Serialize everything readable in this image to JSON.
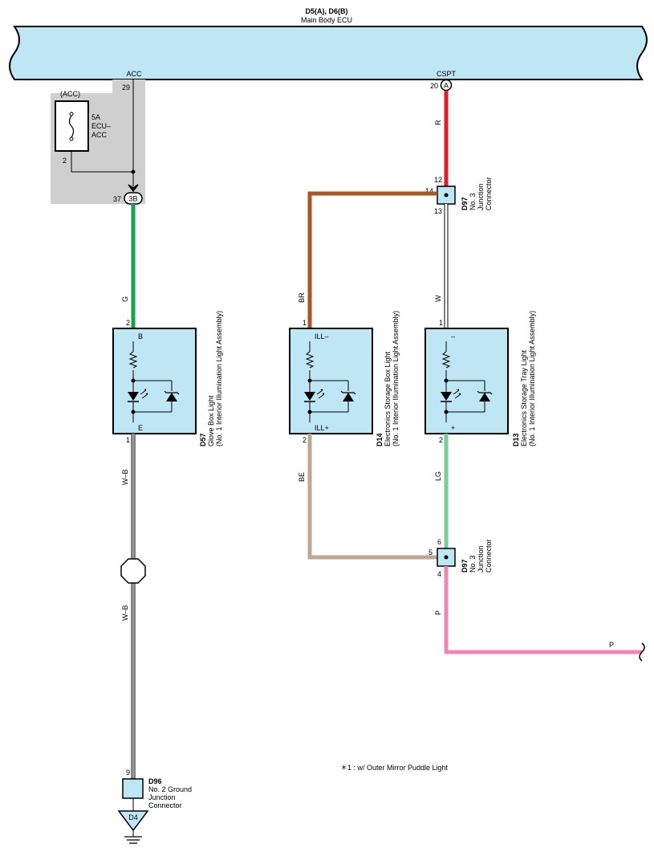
{
  "ecu": {
    "code": "D5(A), D6(B)",
    "name": "Main Body ECU",
    "pin_acc_label": "ACC",
    "pin_cspt_label": "CSPT",
    "pin_acc_num": "29",
    "pin_cspt_num": "20",
    "pin_cspt_conn": "A"
  },
  "fuse": {
    "group": "(ACC)",
    "rating": "5A",
    "name_line1": "ECU–",
    "name_line2": "ACC",
    "pin": "2"
  },
  "connector_3b": {
    "pin": "37",
    "label": "3B"
  },
  "wires": {
    "green": "G",
    "red": "R",
    "brown": "BR",
    "white": "W",
    "beige": "BE",
    "light_green": "LG",
    "pink_vertical": "P",
    "pink_horizontal": "P",
    "wb_upper": "W–B",
    "wb_lower": "W–B"
  },
  "jc_upper": {
    "code": "D97",
    "line1": "No.  3",
    "line2": "Junction",
    "line3": "Connector",
    "pin_top": "12",
    "pin_left": "14",
    "pin_bottom": "13"
  },
  "jc_lower": {
    "code": "D97",
    "line1": "No.  3",
    "line2": "Junction",
    "line3": "Connector",
    "pin_top": "6",
    "pin_left": "5",
    "pin_bottom": "4"
  },
  "light_d57": {
    "code": "D57",
    "name": "Glove Box Light",
    "assembly": "(No.  1 Interior Illumination Light Assembly)",
    "pin_top": "2",
    "pin_bottom": "1",
    "term_top": "B",
    "term_bottom": "E"
  },
  "light_d14": {
    "code": "D14",
    "name": "Electronics Storage Box Light",
    "assembly": "(No.  1 Interior Illumination Light Assembly)",
    "pin_top": "1",
    "pin_bottom": "2",
    "term_top": "ILL–",
    "term_bottom": "ILL+"
  },
  "light_d13": {
    "code": "D13",
    "name": "Electronics Storage Tray Light",
    "assembly": "(No.  1 Interior Illumination Light Assembly)",
    "pin_top": "1",
    "pin_bottom": "2",
    "term_top": "–",
    "term_bottom": "+"
  },
  "ground_jc": {
    "code": "D96",
    "line1": "No.  2 Ground",
    "line2": "Junction",
    "line3": "Connector",
    "pin": "9",
    "ground_code": "D4"
  },
  "note": "＊1 : w/ Outer Mirror Puddle Light",
  "colors": {
    "ecu_fill": "#bfe6f5",
    "gray_area": "#cfcfcf",
    "component_fill": "#bfe6f5",
    "green_wire": "#16a34a",
    "red_wire": "#e11d2a",
    "brown_wire": "#a9552c",
    "white_wire": "#ffffff",
    "beige_wire": "#bda893",
    "light_green_wire": "#7ccc9a",
    "pink_wire": "#ef86b6"
  }
}
